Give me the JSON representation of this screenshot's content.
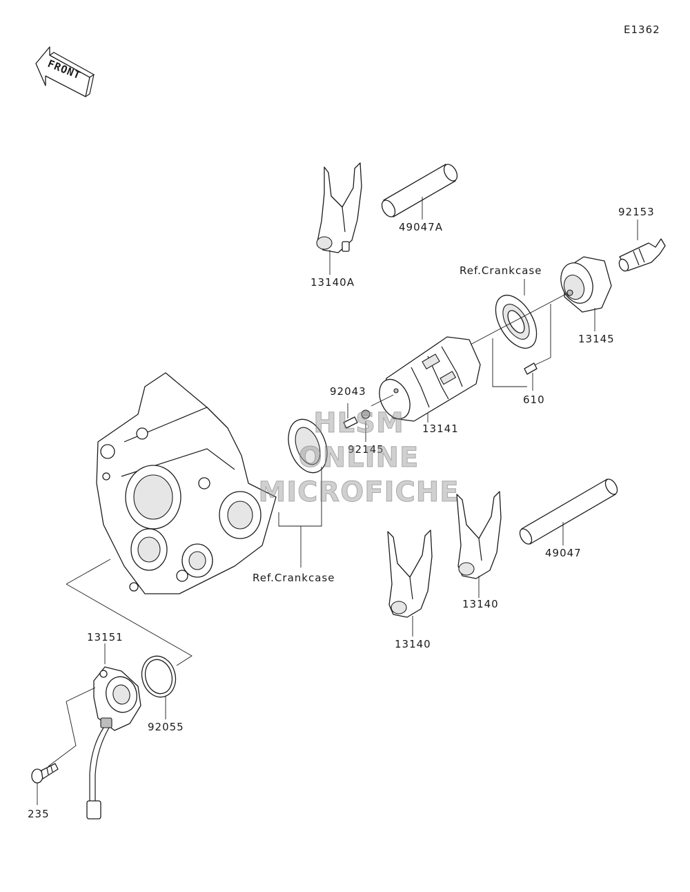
{
  "sheet_code": "E1362",
  "front_label": "FRONT",
  "watermark": [
    "HLSM",
    "ONLINE",
    "MICROFICHE"
  ],
  "colors": {
    "line": "#1a1a1a",
    "watermark": "#9a9a9a",
    "background": "#ffffff"
  },
  "callouts": [
    {
      "id": "49047a",
      "text": "49047A"
    },
    {
      "id": "13140a",
      "text": "13140A"
    },
    {
      "id": "92153",
      "text": "92153"
    },
    {
      "id": "ref-crankcase-top",
      "text": "Ref.Crankcase"
    },
    {
      "id": "13145",
      "text": "13145"
    },
    {
      "id": "92043",
      "text": "92043"
    },
    {
      "id": "610",
      "text": "610"
    },
    {
      "id": "13141",
      "text": "13141"
    },
    {
      "id": "92145",
      "text": "92145"
    },
    {
      "id": "49047",
      "text": "49047"
    },
    {
      "id": "ref-crankcase-bottom",
      "text": "Ref.Crankcase"
    },
    {
      "id": "13140-right",
      "text": "13140"
    },
    {
      "id": "13140-left",
      "text": "13140"
    },
    {
      "id": "13151",
      "text": "13151"
    },
    {
      "id": "92055",
      "text": "92055"
    },
    {
      "id": "235",
      "text": "235"
    }
  ]
}
